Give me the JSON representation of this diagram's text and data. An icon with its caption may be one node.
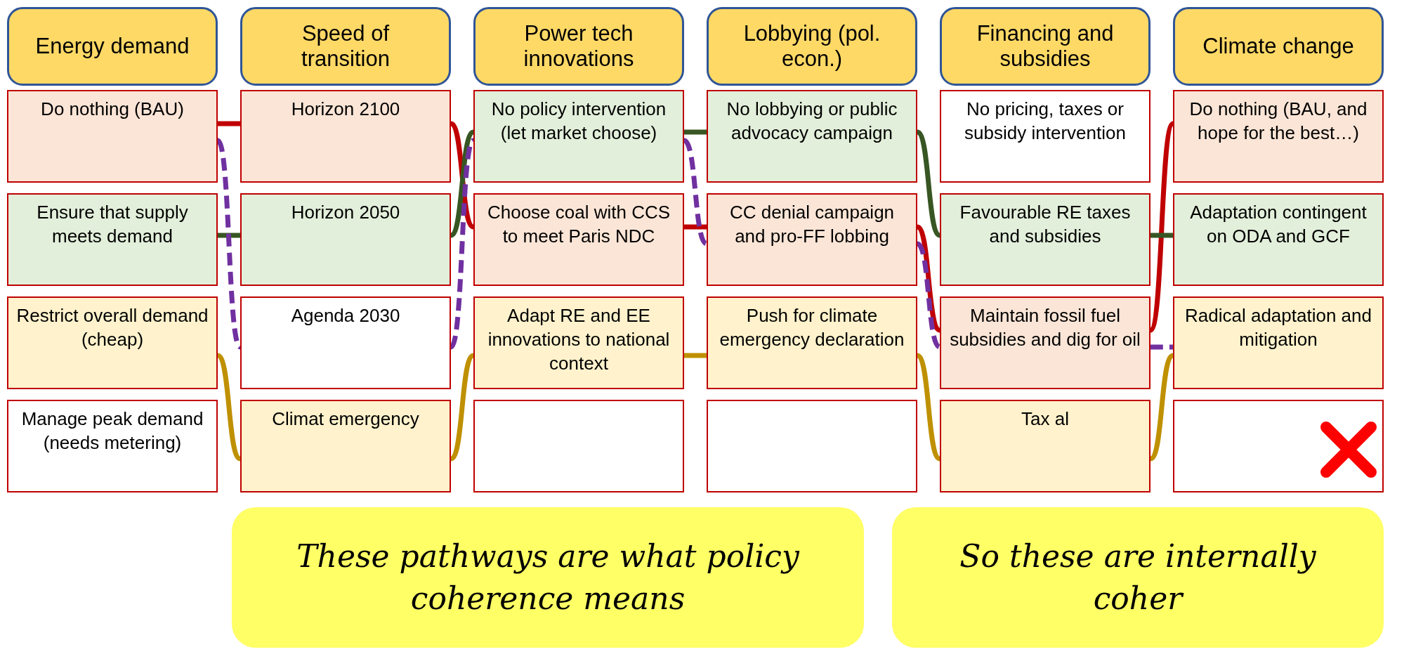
{
  "diagram": {
    "nodes": [
      {
        "text": [
          "Energy demand"
        ]
      },
      {
        "text": [
          "Speed of transition"
        ]
      },
      {
        "text": [
          "Power tech innovations"
        ]
      },
      {
        "text": [
          "Lobbying (pol. econ.)"
        ]
      },
      {
        "text": [
          "Financing and subsidies"
        ]
      },
      {
        "text": [
          "Climate change"
        ]
      },
      {
        "text": [
          "Do nothing (BAU)"
        ]
      },
      {
        "text": [
          "Horizon 2100"
        ]
      },
      {
        "text": [
          "No policy intervention (let market choose)"
        ]
      },
      {
        "text": [
          "No lobbying or public advocacy campaign"
        ]
      },
      {
        "text": [
          "No pricing, taxes or subsidy intervention"
        ]
      },
      {
        "text": [
          "Do nothing (BAU, and hope for the best…)"
        ]
      },
      {
        "text": [
          "Ensure that supply meets demand"
        ]
      },
      {
        "text": [
          "Horizon 2050"
        ]
      },
      {
        "text": [
          "Choose coal with CCS to meet Paris NDC"
        ]
      },
      {
        "text": [
          "CC denial campaign and pro-FF lobbing"
        ]
      },
      {
        "text": [
          "Favourable RE taxes and subsidies"
        ]
      },
      {
        "text": [
          "Adaptation contingent on ODA and GCF"
        ]
      },
      {
        "text": [
          "Restrict overall demand (cheap)"
        ]
      },
      {
        "text": [
          "Agenda 2030"
        ]
      },
      {
        "text": [
          "Adapt RE and EE innovations to national context"
        ]
      },
      {
        "text": [
          "Push for climate emergency declaration"
        ]
      },
      {
        "text": [
          "Maintain fossil fuel subsidies and dig for oil"
        ]
      },
      {
        "text": [
          "Radical adaptation and mitigation"
        ]
      },
      {
        "text": [
          "Manage peak demand (needs metering)"
        ]
      },
      {
        "text": [
          "Climat emergency"
        ]
      },
      {
        "text": [],
        "shape": "box"
      },
      {
        "text": [],
        "shape": "box"
      },
      {
        "text": [
          "Tax al"
        ]
      },
      {
        "text": [],
        "shape": "box"
      },
      {
        "text": [
          "These pathways are what policy coherence means"
        ]
      },
      {
        "text": [
          "So these are internally coher"
        ]
      }
    ],
    "edges": [
      {
        "from": 6,
        "to": 7,
        "arrow": "none",
        "color": "#c00000"
      },
      {
        "from": 7,
        "to": 14,
        "arrow": "none",
        "color": "#c00000"
      },
      {
        "from": 14,
        "to": 15,
        "arrow": "none",
        "color": "#c00000"
      },
      {
        "from": 15,
        "to": 22,
        "arrow": "none",
        "color": "#c00000"
      },
      {
        "from": 22,
        "to": 11,
        "arrow": "none",
        "color": "#c00000"
      },
      {
        "from": 12,
        "to": 13,
        "arrow": "none",
        "color": "#375623"
      },
      {
        "from": 13,
        "to": 8,
        "arrow": "none",
        "color": "#375623"
      },
      {
        "from": 8,
        "to": 9,
        "arrow": "none",
        "color": "#375623"
      },
      {
        "from": 9,
        "to": 16,
        "arrow": "none",
        "color": "#375623"
      },
      {
        "from": 16,
        "to": 17,
        "arrow": "none",
        "color": "#375623"
      },
      {
        "from": 6,
        "to": 19,
        "arrow": "none",
        "style": "dashed",
        "color": "#7030a0"
      },
      {
        "from": 19,
        "to": 8,
        "arrow": "none",
        "style": "dashed",
        "color": "#7030a0"
      },
      {
        "from": 8,
        "to": 15,
        "arrow": "none",
        "style": "dashed",
        "color": "#7030a0"
      },
      {
        "from": 15,
        "to": 22,
        "arrow": "none",
        "style": "dashed",
        "color": "#7030a0"
      },
      {
        "from": 22,
        "to": 23,
        "arrow": "none",
        "style": "dashed",
        "color": "#7030a0"
      },
      {
        "from": 18,
        "to": 25,
        "arrow": "none",
        "color": "#bf9000"
      },
      {
        "from": 25,
        "to": 20,
        "arrow": "none",
        "color": "#bf9000"
      },
      {
        "from": 20,
        "to": 21,
        "arrow": "none",
        "color": "#bf9000"
      },
      {
        "from": 21,
        "to": 28,
        "arrow": "none",
        "color": "#bf9000"
      },
      {
        "from": 28,
        "to": 23,
        "arrow": "none",
        "color": "#bf9000"
      }
    ]
  }
}
